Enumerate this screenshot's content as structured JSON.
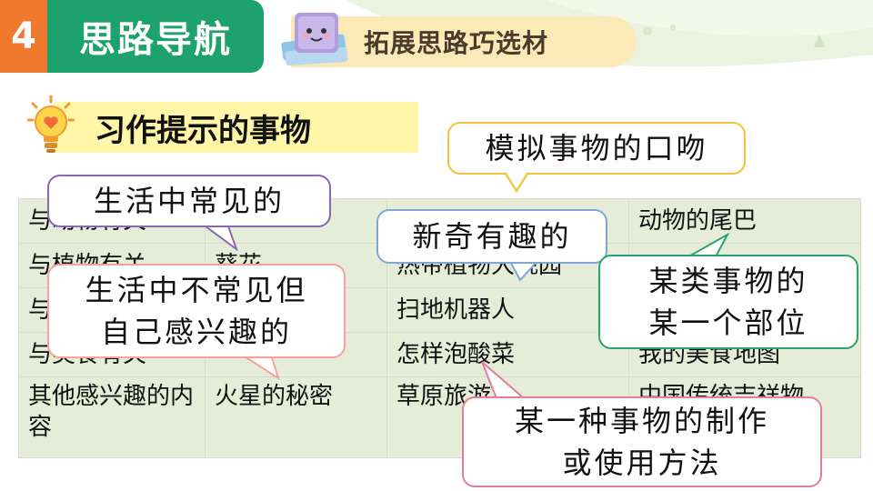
{
  "header": {
    "number": "4",
    "section_title": "思路导航",
    "ribbon_text": "拓展思路巧选材"
  },
  "subtitle": "习作提示的事物",
  "table": {
    "rows": [
      [
        "与动物有关",
        "",
        "",
        "动物的尾巴"
      ],
      [
        "与植物有关",
        "葵花",
        "热带植物大观园",
        ""
      ],
      [
        "与",
        "",
        "扫地机器人",
        ""
      ],
      [
        "与美食有关",
        "",
        "怎样泡酸菜",
        "我的美食地图"
      ],
      [
        "其他感兴趣的内容",
        "火星的秘密",
        "草原旅游",
        "中国传统吉祥物"
      ]
    ]
  },
  "bubbles": {
    "mimic": "模拟事物的口吻",
    "common": "生活中常见的",
    "novel": "新奇有趣的",
    "part_line1": "某类事物的",
    "part_line2": "某一个部位",
    "uncommon_line1": "生活中不常见但",
    "uncommon_line2": "自己感兴趣的",
    "method_line1": "某一种事物的制作",
    "method_line2": "或使用方法"
  },
  "colors": {
    "orange": "#ef7a2e",
    "green": "#1ea26d",
    "ribbon": "#fbe9b8",
    "highlight": "#fff6a8",
    "table_bg": "#e5edd9"
  }
}
